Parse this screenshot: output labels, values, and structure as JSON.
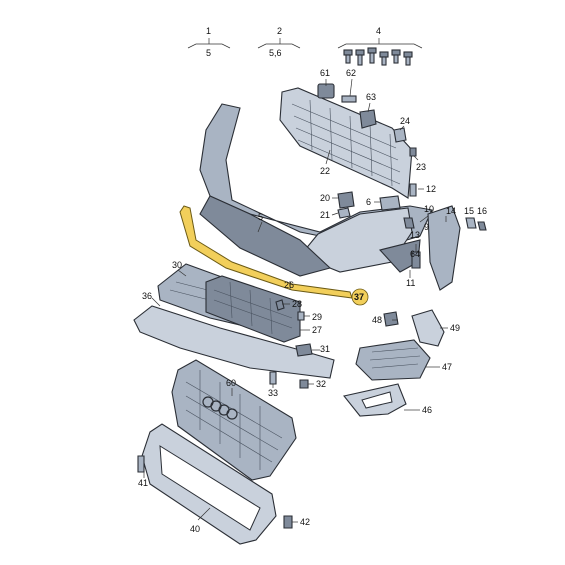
{
  "labels": [
    {
      "id": "1",
      "text": "1"
    },
    {
      "id": "5",
      "text": "5"
    },
    {
      "id": "2",
      "text": "2"
    },
    {
      "id": "56",
      "text": "5,6"
    },
    {
      "id": "4",
      "text": "4"
    },
    {
      "id": "61",
      "text": "61"
    },
    {
      "id": "62",
      "text": "62"
    },
    {
      "id": "63",
      "text": "63"
    },
    {
      "id": "24",
      "text": "24"
    },
    {
      "id": "22",
      "text": "22"
    },
    {
      "id": "23",
      "text": "23"
    },
    {
      "id": "12",
      "text": "12"
    },
    {
      "id": "20",
      "text": "20"
    },
    {
      "id": "21",
      "text": "21"
    },
    {
      "id": "6",
      "text": "6"
    },
    {
      "id": "10",
      "text": "10"
    },
    {
      "id": "14",
      "text": "14"
    },
    {
      "id": "15",
      "text": "15"
    },
    {
      "id": "16",
      "text": "16"
    },
    {
      "id": "9",
      "text": "9"
    },
    {
      "id": "13",
      "text": "13"
    },
    {
      "id": "64",
      "text": "64"
    },
    {
      "id": "11",
      "text": "11"
    },
    {
      "id": "5b",
      "text": "5"
    },
    {
      "id": "26",
      "text": "26"
    },
    {
      "id": "30",
      "text": "30"
    },
    {
      "id": "36",
      "text": "36"
    },
    {
      "id": "28",
      "text": "28"
    },
    {
      "id": "37",
      "text": "37"
    },
    {
      "id": "29",
      "text": "29"
    },
    {
      "id": "27",
      "text": "27"
    },
    {
      "id": "48",
      "text": "48"
    },
    {
      "id": "49",
      "text": "49"
    },
    {
      "id": "31",
      "text": "31"
    },
    {
      "id": "47",
      "text": "47"
    },
    {
      "id": "60",
      "text": "60"
    },
    {
      "id": "32",
      "text": "32"
    },
    {
      "id": "33",
      "text": "33"
    },
    {
      "id": "46",
      "text": "46"
    },
    {
      "id": "41",
      "text": "41"
    },
    {
      "id": "42",
      "text": "42"
    },
    {
      "id": "40",
      "text": "40"
    }
  ]
}
